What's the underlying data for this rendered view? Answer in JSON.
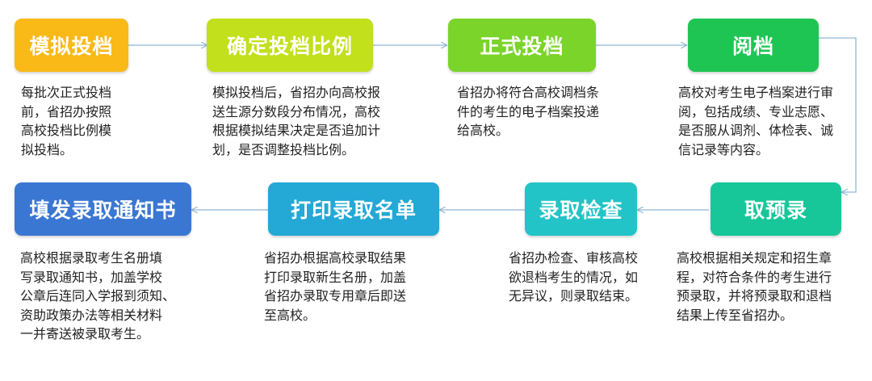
{
  "steps": [
    {
      "id": "s1",
      "title": "模拟投档",
      "color": "#f9b917",
      "desc": "每批次正式投档\n前，省招办按照\n高校投档比例模\n拟投档。"
    },
    {
      "id": "s2",
      "title": "确定投档比例",
      "color": "#c2e01b",
      "desc": "模拟投档后，省招办向高校报\n送生源分数段分布情况，高校\n根据模拟结果决定是否追加计\n划，是否调整投档比例。"
    },
    {
      "id": "s3",
      "title": "正式投档",
      "color": "#7bd42a",
      "desc": "省招办将符合高校调档条\n件的考生的电子档案投递\n给高校。"
    },
    {
      "id": "s4",
      "title": "阅档",
      "color": "#1fc553",
      "desc": "高校对考生电子档案进行审\n阅，包括成绩、专业志愿、\n是否服从调剂、体检表、诚\n信记录等内容。"
    },
    {
      "id": "s5",
      "title": "取预录",
      "color": "#17c79a",
      "desc": "高校根据相关规定和招生章\n程，对符合条件的考生进行\n预录取，并将预录取和退档\n结果上传至省招办。"
    },
    {
      "id": "s6",
      "title": "录取检查",
      "color": "#23c4c7",
      "desc": "省招办检查、审核高校\n欲退档考生的情况，如\n无异议，则录取结束。"
    },
    {
      "id": "s7",
      "title": "打印录取名单",
      "color": "#24a8d6",
      "desc": "省招办根据高校录取结果\n打印录取新生名册，加盖\n省招办录取专用章后即送\n至高校。"
    },
    {
      "id": "s8",
      "title": "填发录取通知书",
      "color": "#3a77d2",
      "desc": "高校根据录取考生名册填\n写录取通知书，加盖学校\n公章后连同入学报到须知、\n资助政策办法等相关材料\n一并寄送被录取考生。"
    }
  ]
}
